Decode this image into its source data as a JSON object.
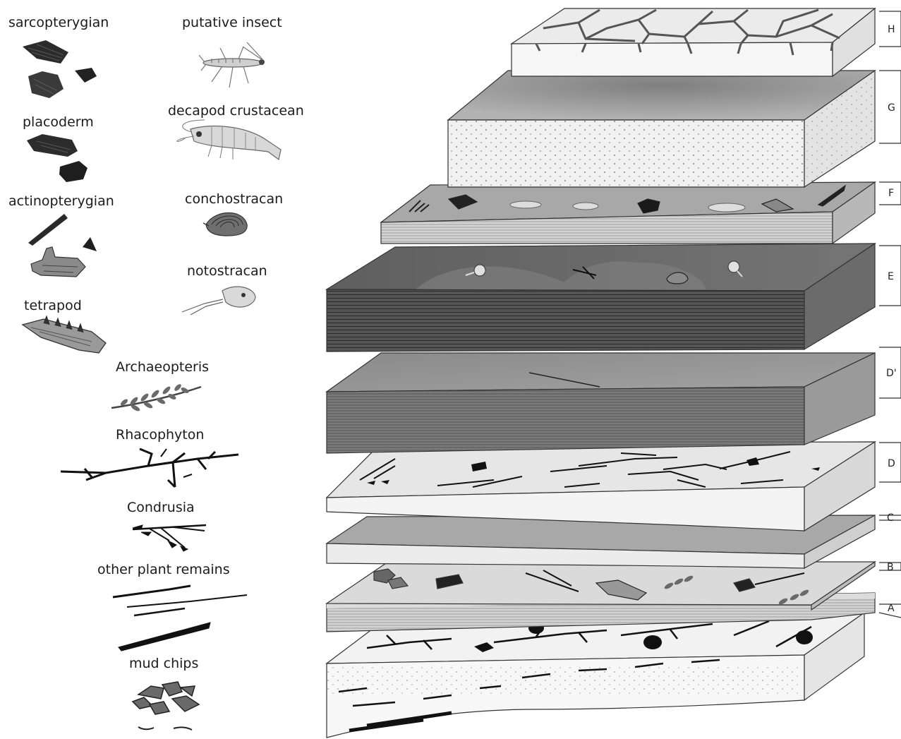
{
  "legend": {
    "sarcopterygian": "sarcopterygian",
    "putative_insect": "putative insect",
    "placoderm": "placoderm",
    "decapod_crustacean": "decapod crustacean",
    "actinopterygian": "actinopterygian",
    "conchostracan": "conchostracan",
    "notostracan": "notostracan",
    "tetrapod": "tetrapod",
    "archaeopteris": "Archaeopteris",
    "rhacophyton": "Rhacophyton",
    "condrusia": "Condrusia",
    "other_plant_remains": "other plant remains",
    "mud_chips": "mud chips"
  },
  "beds": {
    "H": "H",
    "G": "G",
    "F": "F",
    "E": "E",
    "D_prime": "D'",
    "D": "D",
    "C": "C",
    "B": "B",
    "A": "A"
  },
  "colors": {
    "fossil_dark": "#333333",
    "bed_E_top": "#6a6a6a",
    "bed_E_side": "#505050",
    "bed_Dprime_top": "#8d8d8d",
    "bed_G_top": "#9a9a9a",
    "bed_light": "#e7e7e7",
    "bed_C_top": "#a7a7a7"
  }
}
